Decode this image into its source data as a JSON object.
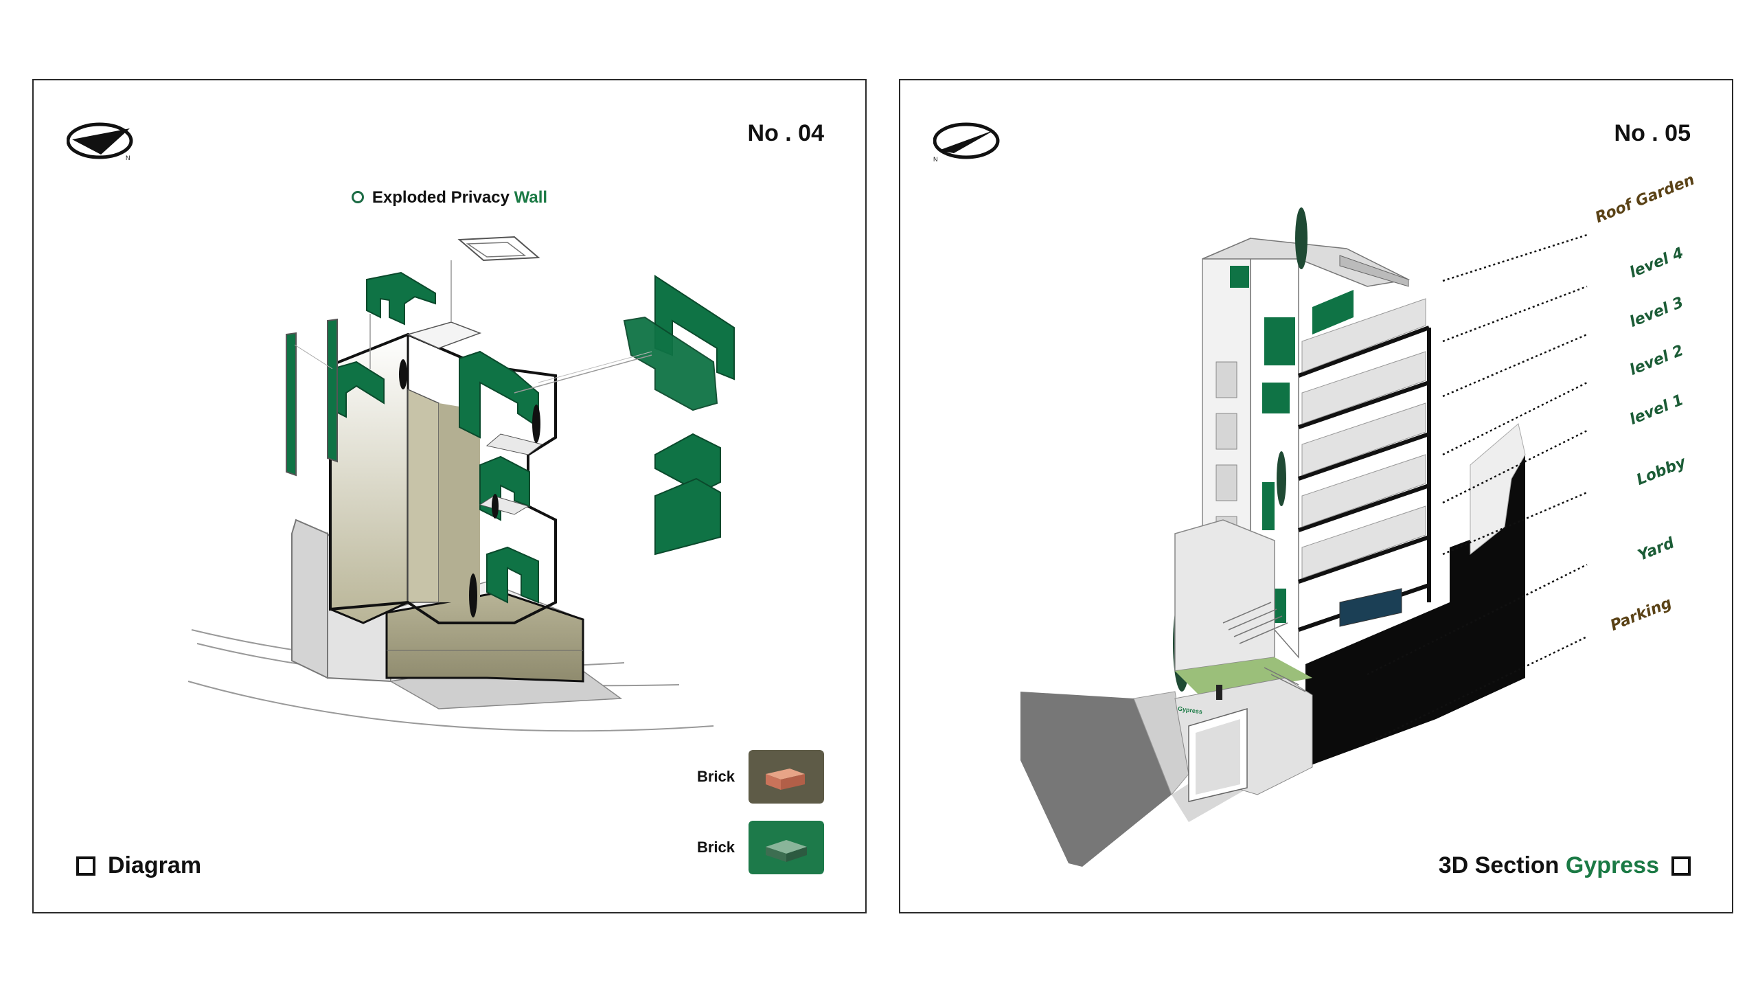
{
  "left_panel": {
    "number": "No . 04",
    "caption_main": "Exploded Privacy",
    "caption_accent": "Wall",
    "legend": [
      {
        "label": "Brick",
        "color": "#5e5b47",
        "icon": "clay-brick-icon"
      },
      {
        "label": "Brick",
        "color": "#1d7a4a",
        "icon": "green-brick-icon"
      }
    ],
    "footer": "Diagram"
  },
  "right_panel": {
    "number": "No . 05",
    "levels": [
      {
        "label": "Roof Garden",
        "color": "#5a4216"
      },
      {
        "label": "level 4",
        "color": "#1b5c36"
      },
      {
        "label": "level 3",
        "color": "#1b5c36"
      },
      {
        "label": "level 2",
        "color": "#1b5c36"
      },
      {
        "label": "level 1",
        "color": "#1b5c36"
      },
      {
        "label": "Lobby",
        "color": "#1b5c36"
      },
      {
        "label": "Yard",
        "color": "#1b5c36"
      },
      {
        "label": "Parking",
        "color": "#5a4216"
      }
    ],
    "sign_text": "Gypress",
    "footer_main": "3D Section",
    "footer_accent": "Gypress"
  },
  "colors": {
    "accent_green": "#1b7a45",
    "wall_green": "#0f7345",
    "olive": "#a7a385"
  }
}
